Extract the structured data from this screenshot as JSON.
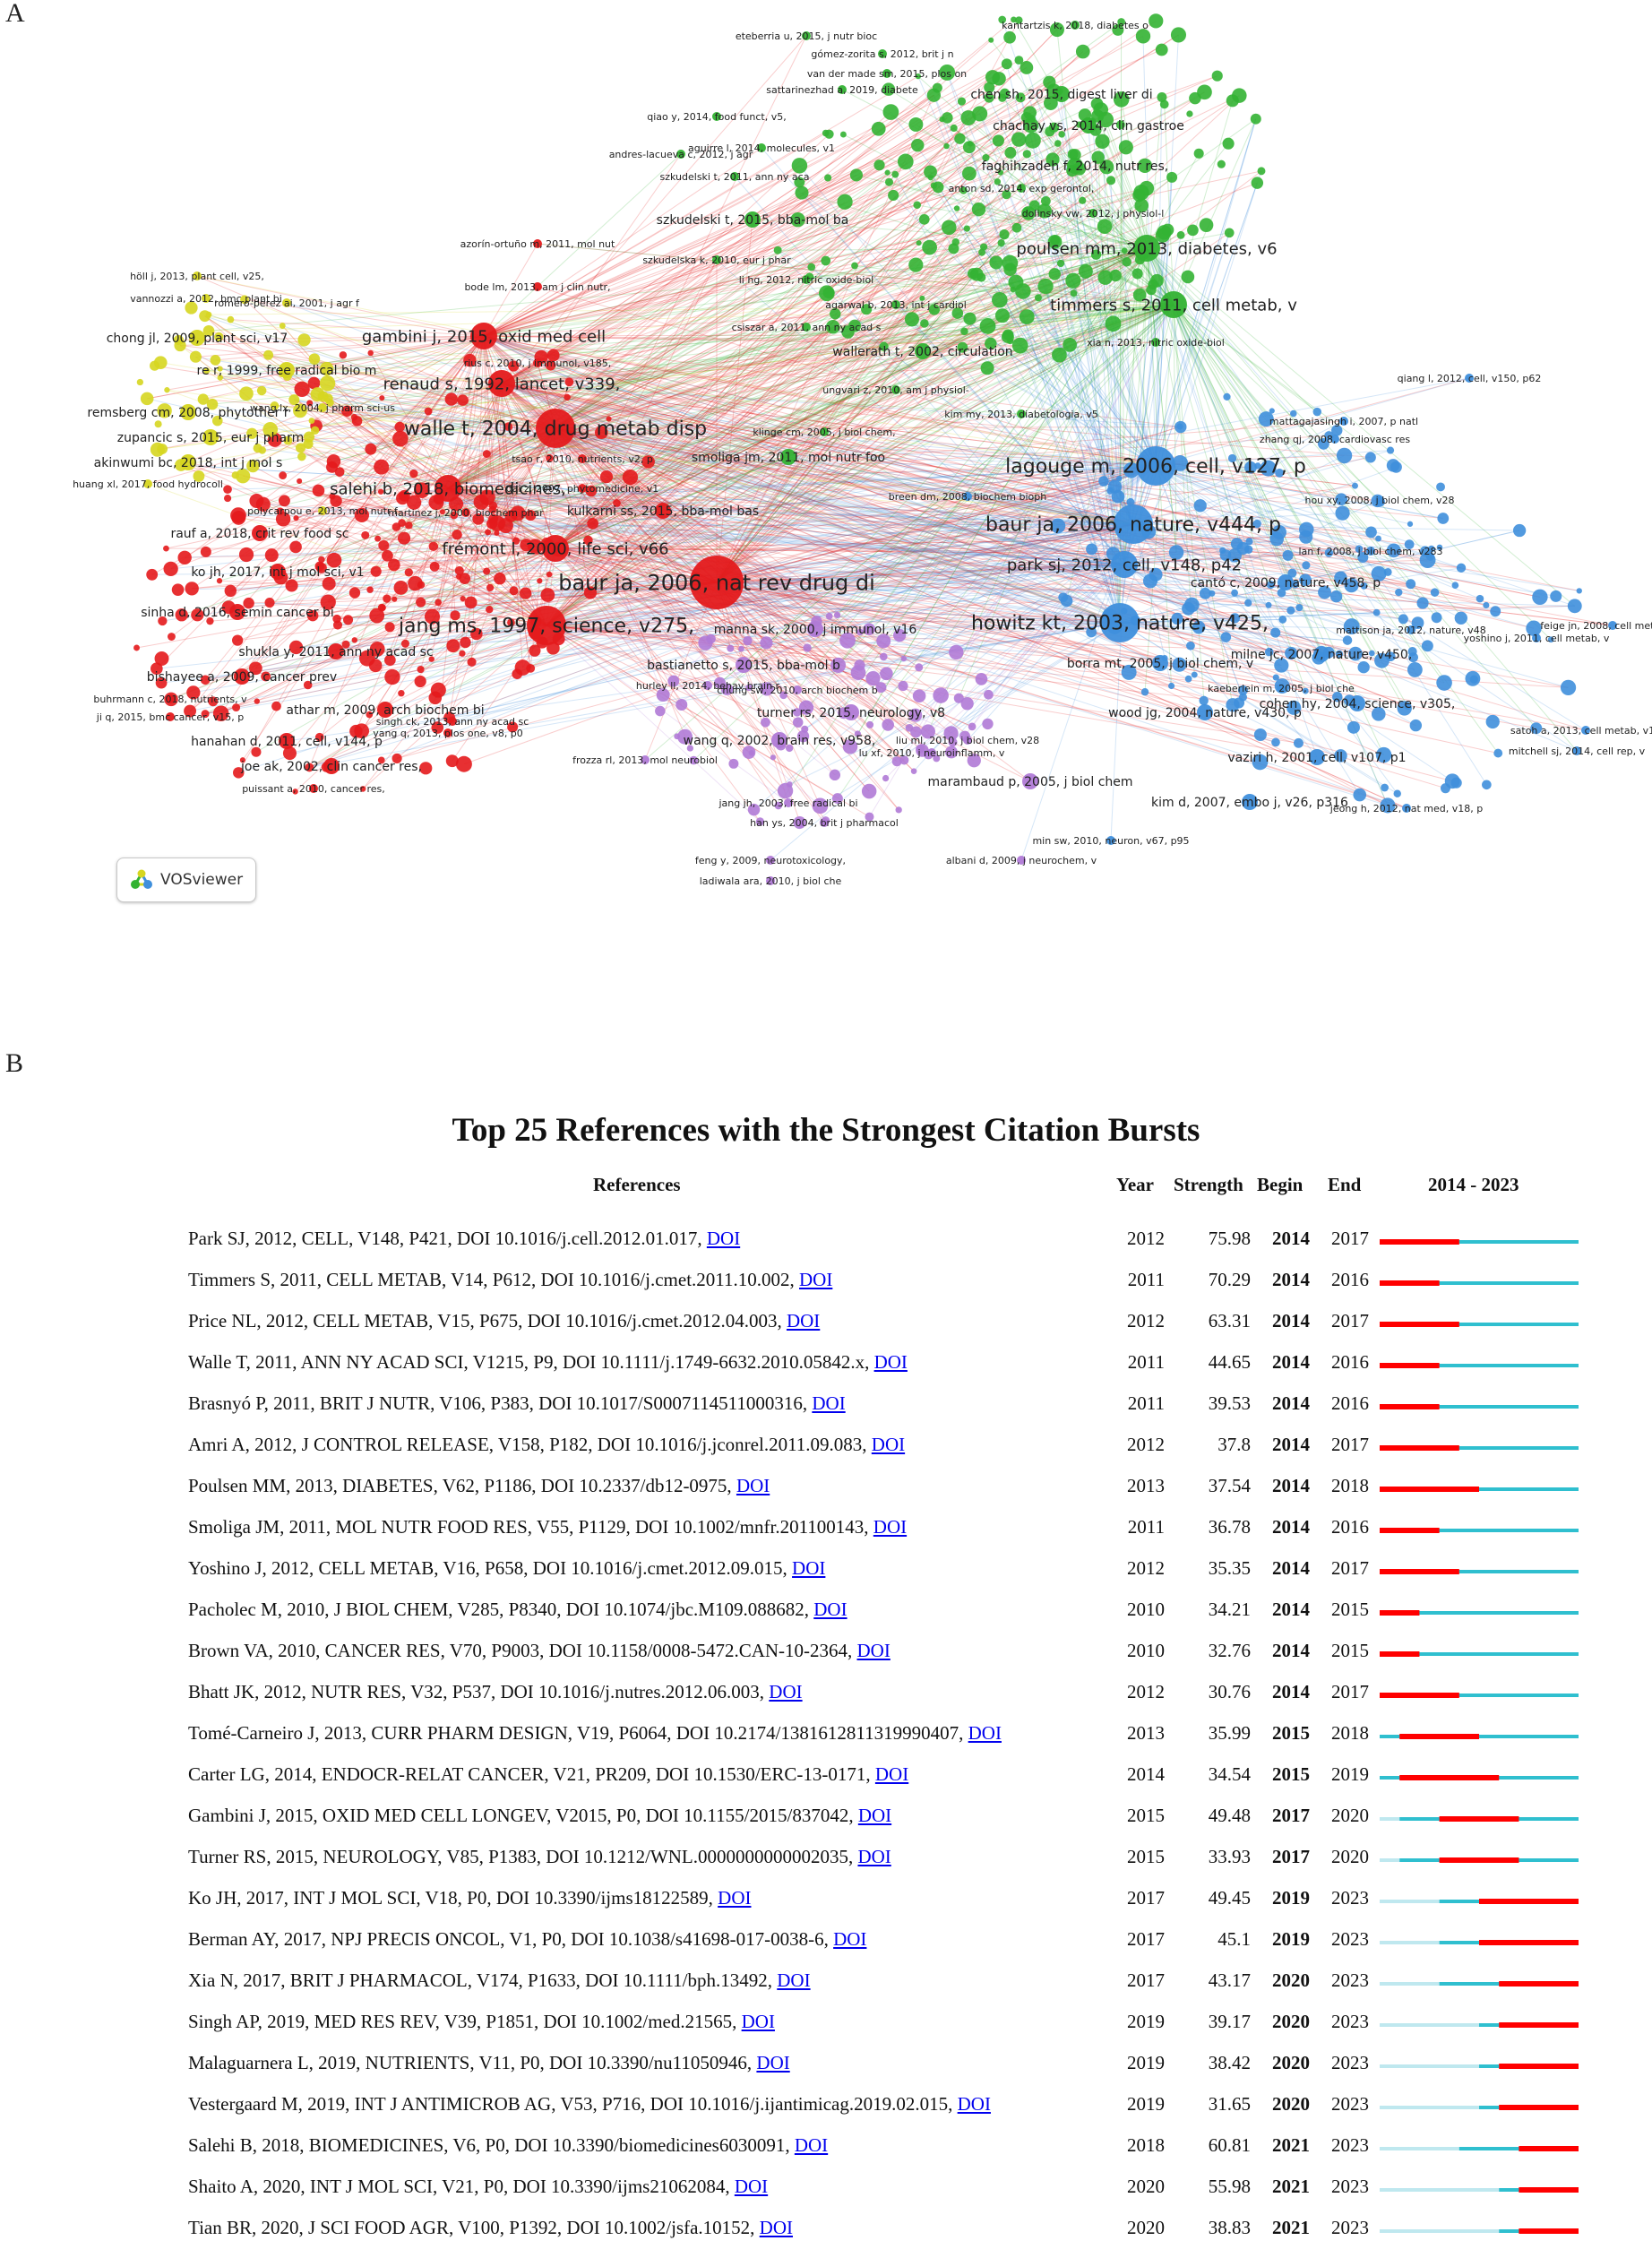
{
  "panels": {
    "a": "A",
    "b": "B"
  },
  "colors": {
    "red": "#e41a1c",
    "green": "#33b233",
    "blue": "#3f8fdc",
    "yellow": "#d6d620",
    "purple": "#b07ad6",
    "burst": "#ff0000",
    "timeline": "#2fbfcf",
    "timeline_pre": "#bfe8ef",
    "link": "#0000ee"
  },
  "network": {
    "badge_label": "VOSviewer",
    "badge_icon": "vosviewer-logo-icon",
    "nodes": [
      {
        "label": "baur ja, 2006, nat rev drug di",
        "cluster": "red",
        "weight": 5
      },
      {
        "label": "jang ms, 1997, science, v275,",
        "cluster": "red",
        "weight": 4
      },
      {
        "label": "walle t, 2004, drug metab disp",
        "cluster": "red",
        "weight": 4
      },
      {
        "label": "frémont l, 2000, life sci, v66",
        "cluster": "red",
        "weight": 3
      },
      {
        "label": "renaud s, 1992, lancet, v339,",
        "cluster": "red",
        "weight": 3
      },
      {
        "label": "gambini j, 2015, oxid med cell",
        "cluster": "red",
        "weight": 3
      },
      {
        "label": "salehi b, 2018, biomedicines,",
        "cluster": "red",
        "weight": 3
      },
      {
        "label": "kulkarni ss, 2015, bba-mol bas",
        "cluster": "red",
        "weight": 2
      },
      {
        "label": "ko jh, 2017, int j mol sci, v1",
        "cluster": "red",
        "weight": 2
      },
      {
        "label": "rauf a, 2018, crit rev food sc",
        "cluster": "red",
        "weight": 2
      },
      {
        "label": "bishayee a, 2009, cancer prev",
        "cluster": "red",
        "weight": 2
      },
      {
        "label": "athar m, 2009, arch biochem bi",
        "cluster": "red",
        "weight": 2
      },
      {
        "label": "hanahan d, 2011, cell, v144, p",
        "cluster": "red",
        "weight": 2
      },
      {
        "label": "joe ak, 2002, clin cancer res,",
        "cluster": "red",
        "weight": 2
      },
      {
        "label": "sinha d, 2016, semin cancer bi",
        "cluster": "red",
        "weight": 2
      },
      {
        "label": "shukla y, 2011, ann ny acad sc",
        "cluster": "red",
        "weight": 2
      },
      {
        "label": "timmers s, 2011, cell metab, v",
        "cluster": "green",
        "weight": 3
      },
      {
        "label": "poulsen mm, 2013, diabetes, v6",
        "cluster": "green",
        "weight": 3
      },
      {
        "label": "szkudelski t, 2015, bba-mol ba",
        "cluster": "green",
        "weight": 2
      },
      {
        "label": "chen sh, 2015, digest liver di",
        "cluster": "green",
        "weight": 2
      },
      {
        "label": "chachay vs, 2014, clin gastroe",
        "cluster": "green",
        "weight": 2
      },
      {
        "label": "faghihzadeh f, 2014, nutr res,",
        "cluster": "green",
        "weight": 2
      },
      {
        "label": "wallerath t, 2002, circulation",
        "cluster": "green",
        "weight": 2
      },
      {
        "label": "smoliga jm, 2011, mol nutr foo",
        "cluster": "green",
        "weight": 2
      },
      {
        "label": "lagouge m, 2006, cell, v127, p",
        "cluster": "blue",
        "weight": 4
      },
      {
        "label": "baur ja, 2006, nature, v444, p",
        "cluster": "blue",
        "weight": 4
      },
      {
        "label": "howitz kt, 2003, nature, v425,",
        "cluster": "blue",
        "weight": 4
      },
      {
        "label": "park sj, 2012, cell, v148, p42",
        "cluster": "blue",
        "weight": 3
      },
      {
        "label": "cantó c, 2009, nature, v458, p",
        "cluster": "blue",
        "weight": 2
      },
      {
        "label": "milne jc, 2007, nature, v450,",
        "cluster": "blue",
        "weight": 2
      },
      {
        "label": "borra mt, 2005, j biol chem, v",
        "cluster": "blue",
        "weight": 2
      },
      {
        "label": "wood jg, 2004, nature, v430, p",
        "cluster": "blue",
        "weight": 2
      },
      {
        "label": "cohen hy, 2004, science, v305,",
        "cluster": "blue",
        "weight": 2
      },
      {
        "label": "kim d, 2007, embo j, v26, p316",
        "cluster": "blue",
        "weight": 2
      },
      {
        "label": "vaziri h, 2001, cell, v107, p1",
        "cluster": "blue",
        "weight": 2
      },
      {
        "label": "chong jl, 2009, plant sci, v17",
        "cluster": "yellow",
        "weight": 2
      },
      {
        "label": "re r, 1999, free radical bio m",
        "cluster": "yellow",
        "weight": 2
      },
      {
        "label": "remsberg cm, 2008, phytother r",
        "cluster": "yellow",
        "weight": 2
      },
      {
        "label": "zupancic s, 2015, eur j pharm",
        "cluster": "yellow",
        "weight": 2
      },
      {
        "label": "akinwumi bc, 2018, int j mol s",
        "cluster": "yellow",
        "weight": 2
      },
      {
        "label": "turner rs, 2015, neurology, v8",
        "cluster": "purple",
        "weight": 2
      },
      {
        "label": "wang q, 2002, brain res, v958,",
        "cluster": "purple",
        "weight": 2
      },
      {
        "label": "marambaud p, 2005, j biol chem",
        "cluster": "purple",
        "weight": 2
      },
      {
        "label": "bastianetto s, 2015, bba-mol b",
        "cluster": "purple",
        "weight": 2
      },
      {
        "label": "manna sk, 2000, j immunol, v16",
        "cluster": "purple",
        "weight": 2
      },
      {
        "label": "eteberria u, 2015, j nutr bioc",
        "cluster": "green",
        "weight": 1
      },
      {
        "label": "kantartzis k, 2018, diabetes o",
        "cluster": "green",
        "weight": 1
      },
      {
        "label": "gómez-zorita s, 2012, brit j n",
        "cluster": "green",
        "weight": 1
      },
      {
        "label": "van der made sm, 2015, plos on",
        "cluster": "green",
        "weight": 1
      },
      {
        "label": "sattarinezhad a, 2019, diabete",
        "cluster": "green",
        "weight": 1
      },
      {
        "label": "qiao y, 2014, food funct, v5,",
        "cluster": "green",
        "weight": 1
      },
      {
        "label": "andres-lacueva c, 2012, j agr",
        "cluster": "green",
        "weight": 1
      },
      {
        "label": "aguirre l, 2014, molecules, v1",
        "cluster": "green",
        "weight": 1
      },
      {
        "label": "szkudelski t, 2011, ann ny aca",
        "cluster": "green",
        "weight": 1
      },
      {
        "label": "anton sd, 2014, exp gerontol,",
        "cluster": "green",
        "weight": 1
      },
      {
        "label": "dolinsky vw, 2012, j physiol-l",
        "cluster": "green",
        "weight": 1
      },
      {
        "label": "szkudelska k, 2010, eur j phar",
        "cluster": "green",
        "weight": 1
      },
      {
        "label": "li hg, 2012, nitric oxide-biol",
        "cluster": "green",
        "weight": 1
      },
      {
        "label": "agarwal b, 2013, int j cardiol",
        "cluster": "green",
        "weight": 1
      },
      {
        "label": "csiszar a, 2011, ann ny acad s",
        "cluster": "green",
        "weight": 1
      },
      {
        "label": "xia n, 2013, nitric oxide-biol",
        "cluster": "green",
        "weight": 1
      },
      {
        "label": "ungvari z, 2010, am j physiol-",
        "cluster": "green",
        "weight": 1
      },
      {
        "label": "kim my, 2013, diabetologia, v5",
        "cluster": "green",
        "weight": 1
      },
      {
        "label": "klinge cm, 2005, j biol chem,",
        "cluster": "green",
        "weight": 1
      },
      {
        "label": "bode lm, 2013, am j clin nutr,",
        "cluster": "red",
        "weight": 1
      },
      {
        "label": "azorín-ortuño m, 2011, mol nut",
        "cluster": "red",
        "weight": 1
      },
      {
        "label": "höll j, 2013, plant cell, v25,",
        "cluster": "yellow",
        "weight": 1
      },
      {
        "label": "vannozzi a, 2012, bmc plant bi",
        "cluster": "yellow",
        "weight": 1
      },
      {
        "label": "romero-pérez ai, 2001, j agr f",
        "cluster": "yellow",
        "weight": 1
      },
      {
        "label": "rius c, 2010, j immunol, v185,",
        "cluster": "red",
        "weight": 1
      },
      {
        "label": "wang lx, 2004, j pharm sci-us",
        "cluster": "yellow",
        "weight": 1
      },
      {
        "label": "tsao r, 2010, nutrients, v2, p",
        "cluster": "red",
        "weight": 1
      },
      {
        "label": "huang xl, 2017, food hydrocoll",
        "cluster": "yellow",
        "weight": 1
      },
      {
        "label": "dai z, 2007, phytomedicine, v1",
        "cluster": "red",
        "weight": 1
      },
      {
        "label": "polycarpou e, 2013, mol nutr f",
        "cluster": "yellow",
        "weight": 1
      },
      {
        "label": "martinez j, 2000, biochem phar",
        "cluster": "red",
        "weight": 1
      },
      {
        "label": "buhrmann c, 2018, nutrients, v",
        "cluster": "red",
        "weight": 1
      },
      {
        "label": "ji q, 2015, bmc cancer, v15, p",
        "cluster": "red",
        "weight": 1
      },
      {
        "label": "singh ck, 2013, ann ny acad sc",
        "cluster": "red",
        "weight": 1
      },
      {
        "label": "yang q, 2013, plos one, v8, p0",
        "cluster": "red",
        "weight": 1
      },
      {
        "label": "frozza rl, 2013, mol neurobiol",
        "cluster": "purple",
        "weight": 1
      },
      {
        "label": "puissant a, 2010, cancer res,",
        "cluster": "red",
        "weight": 1
      },
      {
        "label": "qiang l, 2012, cell, v150, p62",
        "cluster": "blue",
        "weight": 1
      },
      {
        "label": "mattagajasingh i, 2007, p natl",
        "cluster": "blue",
        "weight": 1
      },
      {
        "label": "zhang qj, 2008, cardiovasc res",
        "cluster": "blue",
        "weight": 1
      },
      {
        "label": "breen dm, 2008, biochem bioph",
        "cluster": "blue",
        "weight": 1
      },
      {
        "label": "hou xy, 2008, j biol chem, v28",
        "cluster": "blue",
        "weight": 1
      },
      {
        "label": "lan f, 2008, j biol chem, v283",
        "cluster": "blue",
        "weight": 1
      },
      {
        "label": "feige jn, 2008, cell metab, v8",
        "cluster": "blue",
        "weight": 1
      },
      {
        "label": "mattison ja, 2012, nature, v48",
        "cluster": "blue",
        "weight": 1
      },
      {
        "label": "yoshino j, 2011, cell metab, v",
        "cluster": "blue",
        "weight": 1
      },
      {
        "label": "kaeberlein m, 2005, j biol che",
        "cluster": "blue",
        "weight": 1
      },
      {
        "label": "chung sw, 2010, arch biochem b",
        "cluster": "purple",
        "weight": 1
      },
      {
        "label": "hurley ll, 2014, behav brain r",
        "cluster": "purple",
        "weight": 1
      },
      {
        "label": "liu ml, 2010, j biol chem, v28",
        "cluster": "purple",
        "weight": 1
      },
      {
        "label": "lu xf, 2010, j neuroinflamm, v",
        "cluster": "purple",
        "weight": 1
      },
      {
        "label": "satoh a, 2013, cell metab, v18",
        "cluster": "blue",
        "weight": 1
      },
      {
        "label": "mitchell sj, 2014, cell rep, v",
        "cluster": "blue",
        "weight": 1
      },
      {
        "label": "jang jh, 2003, free radical bi",
        "cluster": "purple",
        "weight": 1
      },
      {
        "label": "han ys, 2004, brit j pharmacol",
        "cluster": "purple",
        "weight": 1
      },
      {
        "label": "min sw, 2010, neuron, v67, p95",
        "cluster": "blue",
        "weight": 1
      },
      {
        "label": "jeong h, 2012, nat med, v18, p",
        "cluster": "blue",
        "weight": 1
      },
      {
        "label": "feng y, 2009, neurotoxicology,",
        "cluster": "purple",
        "weight": 1
      },
      {
        "label": "albani d, 2009, j neurochem, v",
        "cluster": "purple",
        "weight": 1
      },
      {
        "label": "ladiwala ara, 2010, j biol che",
        "cluster": "purple",
        "weight": 1
      }
    ]
  },
  "chart_data": {
    "type": "table",
    "title": "Top 25 References with the Strongest Citation Bursts",
    "columns": [
      "References",
      "Year",
      "Strength",
      "Begin",
      "End",
      "2014 - 2023"
    ],
    "timeline_range": [
      2014,
      2023
    ],
    "link_label": "DOI",
    "rows": [
      {
        "ref": "Park SJ, 2012, CELL, V148, P421, DOI 10.1016/j.cell.2012.01.017, ",
        "year": 2012,
        "strength": "75.98",
        "begin": 2014,
        "end": 2017
      },
      {
        "ref": "Timmers S, 2011, CELL METAB, V14, P612, DOI 10.1016/j.cmet.2011.10.002, ",
        "year": 2011,
        "strength": "70.29",
        "begin": 2014,
        "end": 2016
      },
      {
        "ref": "Price NL, 2012, CELL METAB, V15, P675, DOI 10.1016/j.cmet.2012.04.003, ",
        "year": 2012,
        "strength": "63.31",
        "begin": 2014,
        "end": 2017
      },
      {
        "ref": "Walle T, 2011, ANN NY ACAD SCI, V1215, P9, DOI 10.1111/j.1749-6632.2010.05842.x, ",
        "year": 2011,
        "strength": "44.65",
        "begin": 2014,
        "end": 2016
      },
      {
        "ref": "Brasnyó P, 2011, BRIT J NUTR, V106, P383, DOI 10.1017/S0007114511000316, ",
        "year": 2011,
        "strength": "39.53",
        "begin": 2014,
        "end": 2016
      },
      {
        "ref": "Amri A, 2012, J CONTROL RELEASE, V158, P182, DOI 10.1016/j.jconrel.2011.09.083, ",
        "year": 2012,
        "strength": "37.8",
        "begin": 2014,
        "end": 2017
      },
      {
        "ref": "Poulsen MM, 2013, DIABETES, V62, P1186, DOI 10.2337/db12-0975, ",
        "year": 2013,
        "strength": "37.54",
        "begin": 2014,
        "end": 2018
      },
      {
        "ref": "Smoliga JM, 2011, MOL NUTR FOOD RES, V55, P1129, DOI 10.1002/mnfr.201100143, ",
        "year": 2011,
        "strength": "36.78",
        "begin": 2014,
        "end": 2016
      },
      {
        "ref": "Yoshino J, 2012, CELL METAB, V16, P658, DOI 10.1016/j.cmet.2012.09.015, ",
        "year": 2012,
        "strength": "35.35",
        "begin": 2014,
        "end": 2017
      },
      {
        "ref": "Pacholec M, 2010, J BIOL CHEM, V285, P8340, DOI 10.1074/jbc.M109.088682, ",
        "year": 2010,
        "strength": "34.21",
        "begin": 2014,
        "end": 2015
      },
      {
        "ref": "Brown VA, 2010, CANCER RES, V70, P9003, DOI 10.1158/0008-5472.CAN-10-2364, ",
        "year": 2010,
        "strength": "32.76",
        "begin": 2014,
        "end": 2015
      },
      {
        "ref": "Bhatt JK, 2012, NUTR RES, V32, P537, DOI 10.1016/j.nutres.2012.06.003, ",
        "year": 2012,
        "strength": "30.76",
        "begin": 2014,
        "end": 2017
      },
      {
        "ref": "Tomé-Carneiro J, 2013, CURR PHARM DESIGN, V19, P6064, DOI 10.2174/1381612811319990407, ",
        "year": 2013,
        "strength": "35.99",
        "begin": 2015,
        "end": 2018
      },
      {
        "ref": "Carter LG, 2014, ENDOCR-RELAT CANCER, V21, PR209, DOI 10.1530/ERC-13-0171, ",
        "year": 2014,
        "strength": "34.54",
        "begin": 2015,
        "end": 2019
      },
      {
        "ref": "Gambini J, 2015, OXID MED CELL LONGEV, V2015, P0, DOI 10.1155/2015/837042, ",
        "year": 2015,
        "strength": "49.48",
        "begin": 2017,
        "end": 2020
      },
      {
        "ref": "Turner RS, 2015, NEUROLOGY, V85, P1383, DOI 10.1212/WNL.0000000000002035, ",
        "year": 2015,
        "strength": "33.93",
        "begin": 2017,
        "end": 2020
      },
      {
        "ref": "Ko JH, 2017, INT J MOL SCI, V18, P0, DOI 10.3390/ijms18122589, ",
        "year": 2017,
        "strength": "49.45",
        "begin": 2019,
        "end": 2023
      },
      {
        "ref": "Berman AY, 2017, NPJ PRECIS ONCOL, V1, P0, DOI 10.1038/s41698-017-0038-6, ",
        "year": 2017,
        "strength": "45.1",
        "begin": 2019,
        "end": 2023
      },
      {
        "ref": "Xia N, 2017, BRIT J PHARMACOL, V174, P1633, DOI 10.1111/bph.13492, ",
        "year": 2017,
        "strength": "43.17",
        "begin": 2020,
        "end": 2023
      },
      {
        "ref": "Singh AP, 2019, MED RES REV, V39, P1851, DOI 10.1002/med.21565, ",
        "year": 2019,
        "strength": "39.17",
        "begin": 2020,
        "end": 2023
      },
      {
        "ref": "Malaguarnera L, 2019, NUTRIENTS, V11, P0, DOI 10.3390/nu11050946, ",
        "year": 2019,
        "strength": "38.42",
        "begin": 2020,
        "end": 2023
      },
      {
        "ref": "Vestergaard M, 2019, INT J ANTIMICROB AG, V53, P716, DOI 10.1016/j.ijantimicag.2019.02.015, ",
        "year": 2019,
        "strength": "31.65",
        "begin": 2020,
        "end": 2023
      },
      {
        "ref": "Salehi B, 2018, BIOMEDICINES, V6, P0, DOI 10.3390/biomedicines6030091, ",
        "year": 2018,
        "strength": "60.81",
        "begin": 2021,
        "end": 2023
      },
      {
        "ref": "Shaito A, 2020, INT J MOL SCI, V21, P0, DOI 10.3390/ijms21062084, ",
        "year": 2020,
        "strength": "55.98",
        "begin": 2021,
        "end": 2023
      },
      {
        "ref": "Tian BR, 2020, J SCI FOOD AGR, V100, P1392, DOI 10.1002/jsfa.10152, ",
        "year": 2020,
        "strength": "38.83",
        "begin": 2021,
        "end": 2023
      }
    ]
  }
}
